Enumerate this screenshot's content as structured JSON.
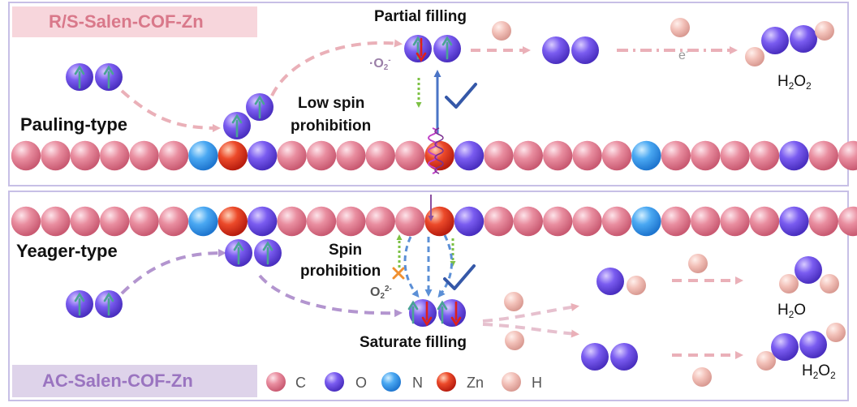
{
  "top_panel": {
    "title": "R/S-Salen-COF-Zn",
    "mechanism_label": "Pauling-type",
    "filling_label": "Partial filling",
    "spin_label": "Low spin prohibition",
    "spin_label_line1": "Low spin",
    "spin_label_line2": "prohibition",
    "superoxide_label": "·O2-",
    "electron_label": "e-",
    "product_label": "H2O2"
  },
  "bottom_panel": {
    "title": "AC-Salen-COF-Zn",
    "mechanism_label": "Yeager-type",
    "filling_label": "Saturate filling",
    "spin_label": "Spin prohibition",
    "spin_label_line1": "Spin",
    "spin_label_line2": "prohibition",
    "peroxide_label": "O22-",
    "product_water_label": "H2O",
    "product_peroxide_label": "H2O2"
  },
  "legend": [
    {
      "symbol": "C",
      "color": "#e07a90"
    },
    {
      "symbol": "O",
      "color": "#6a4fe0"
    },
    {
      "symbol": "N",
      "color": "#3fa0ef"
    },
    {
      "symbol": "Zn",
      "color": "#e03b22"
    },
    {
      "symbol": "H",
      "color": "#f0b8b0"
    }
  ],
  "colors": {
    "top_title_bg": "#f7d6dc",
    "top_title_text": "#d9788a",
    "bottom_title_bg": "#ded3ea",
    "bottom_title_text": "#9a74c0",
    "panel_border": "#c7bfe6",
    "arrow_pink": "#eab0b8",
    "arrow_purple": "#b395cf",
    "spin_arrow": "#4aa396",
    "spin_down_arrow": "#e0201c",
    "green_arrow": "#7cc043",
    "blue_arrow": "#4a74c6",
    "check_mark": "#3558a8",
    "cross_mark": "#f09030"
  }
}
